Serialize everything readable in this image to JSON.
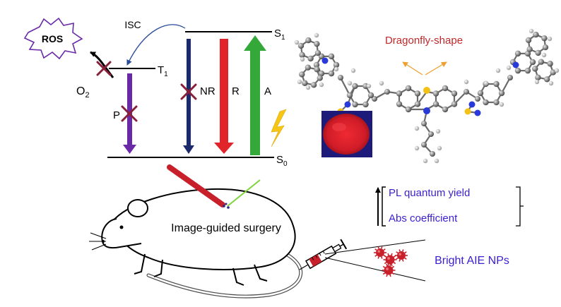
{
  "jablonski": {
    "s1": "S",
    "s1_sub": "1",
    "s0": "S",
    "s0_sub": "0",
    "t1": "T",
    "t1_sub": "1",
    "isc": "ISC",
    "absorption": "A",
    "radiative": "R",
    "nonradiative": "NR",
    "phosphorescence": "P",
    "ros": "ROS",
    "oxygen": "O",
    "oxygen_sub": "2"
  },
  "molecule": {
    "title": "Dragonfly-shape"
  },
  "properties": {
    "pl_quantum_yield": "PL quantum yield",
    "abs_coefficient": "Abs coefficient"
  },
  "application": {
    "surgery_label": "Image-guided surgery",
    "nps_label": "Bright AIE NPs"
  },
  "colors": {
    "nonradiative_arrow": "#1c2a6b",
    "radiative_arrow": "#e0242a",
    "absorption_arrow": "#35a83a",
    "phosphorescence_arrow": "#6a2aa8",
    "quench_cross": "#8a1f3a",
    "title_red": "#c0282a",
    "accent_purple": "#3a1fd0",
    "powder_red": "#d81e2a",
    "lightning": "#f5c518"
  }
}
